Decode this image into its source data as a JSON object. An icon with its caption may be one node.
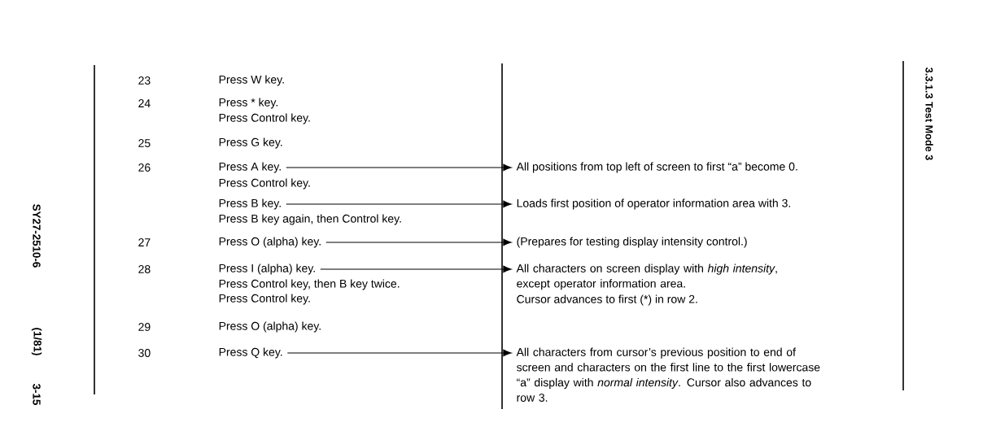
{
  "diagram": {
    "title": "3.3.1.3 Test Mode 3",
    "nodes": [
      {
        "text": [
          "Press A key."
        ]
      },
      {
        "text": [
          "All positions from top left of screen to first “a” become 0."
        ]
      },
      {
        "text": [
          "Press B key."
        ]
      },
      {
        "text": [
          "Loads first position of operator information area with 3."
        ]
      },
      {
        "text": [
          "Press O (alpha) key."
        ]
      },
      {
        "text": [
          "(Prepares for testing display intensity control.)"
        ]
      },
      {
        "text": [
          "Press I (alpha) key."
        ]
      },
      {
        "text": [
          "All characters on screen display with *high intensity*, except operator information area."
        ]
      },
      {
        "text": [
          "Press Q key."
        ]
      },
      {
        "text": [
          "All characters from cursor’s previous position to end of screen and characters on the first line to the first lowercase “a” display with *normal intensity*. Cursor also advances to row 3."
        ]
      }
    ],
    "edges": [
      {
        "from": 0,
        "to": 1,
        "arrow": "to"
      },
      {
        "from": 2,
        "to": 3,
        "arrow": "to"
      },
      {
        "from": 4,
        "to": 5,
        "arrow": "to"
      },
      {
        "from": 6,
        "to": 7,
        "arrow": "to"
      },
      {
        "from": 8,
        "to": 9,
        "arrow": "to"
      }
    ],
    "labels": [
      "23",
      "Press W key.",
      "24",
      "Press * key.",
      "Press Control key.",
      "25",
      "Press G key.",
      "26",
      "Press Control key.",
      "Press B key again, then Control key.",
      "27",
      "28",
      "Press Control key, then B key twice.",
      "Press Control key.",
      "Cursor advances to first (*) in row 2.",
      "29",
      "Press O (alpha) key.",
      "30",
      "SY27-2510-6",
      "(1/81)",
      "3-15"
    ]
  }
}
